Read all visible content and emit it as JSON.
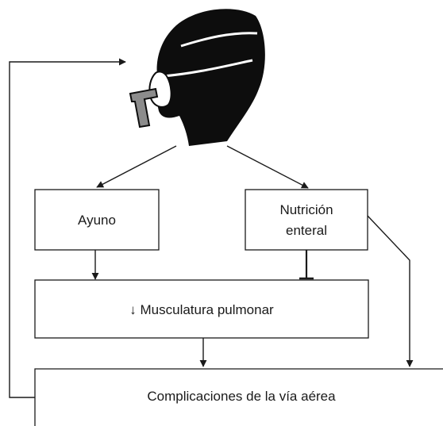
{
  "diagram": {
    "patient_icon": "head-with-nasal-mask-icon",
    "nodes": {
      "ayuno": "Ayuno",
      "nutricion_line1": "Nutrición",
      "nutricion_line2": "enteral",
      "musculatura": "↓ Musculatura pulmonar",
      "complicaciones": "Complicaciones de la vía aérea"
    },
    "edges": [
      {
        "from": "paciente",
        "to": "ayuno",
        "type": "arrow"
      },
      {
        "from": "paciente",
        "to": "nutricion",
        "type": "arrow"
      },
      {
        "from": "ayuno",
        "to": "musculatura",
        "type": "arrow"
      },
      {
        "from": "nutricion",
        "to": "musculatura",
        "type": "inhibition"
      },
      {
        "from": "nutricion",
        "to": "complicaciones",
        "type": "arrow"
      },
      {
        "from": "musculatura",
        "to": "complicaciones",
        "type": "arrow"
      },
      {
        "from": "complicaciones",
        "to": "paciente",
        "type": "feedback-arrow"
      }
    ],
    "colors": {
      "lines": "#1a1a1a",
      "head": "#0d0d0d",
      "mask": "#8c8c8c"
    }
  }
}
